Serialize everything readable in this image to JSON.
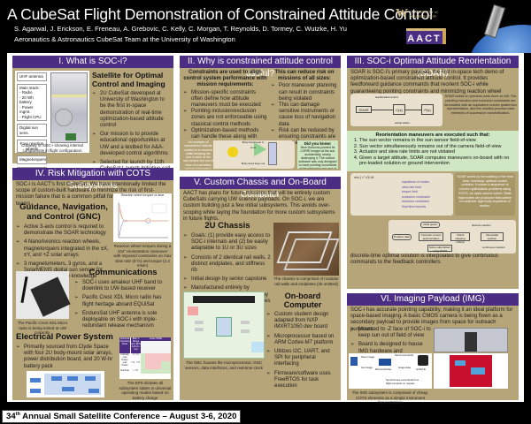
{
  "header": {
    "title": "A CubeSat Flight Demonstration of Constrained Attitude Control",
    "authors": "S. Agarwal, J. Erickson, E. Freneau, A. Grebovic, C. Kelly, C. Morgan, T. Reynolds, D. Tormey, C. Wutzke, H. Yu",
    "affiliation": "Aeronautics & Astronautics CubeSat Team at the University of Washington",
    "uw_logo_w": "W",
    "uw_logo_text1": "UNIVERSITY of",
    "uw_logo_text2": "WASHINGTON",
    "aact_logo": "AACT"
  },
  "section1": {
    "title": "I. What is SOC-i?",
    "heading": "Satellite for Optimal Control and Imaging",
    "labels": [
      "UHF antenna",
      "Main stack:\n- Radio\n- 20 Wh battery\n- Power mgmt.\n- Flight CPU",
      "Digital sun sens.",
      "Four reaction wheels",
      "Magnetorquers",
      "CMOS imager"
    ],
    "bullets": [
      "2U CubeSat developed at University of Washington to be the first in-space demonstration of real-time optimization-based attitude control",
      "Our mission is to provide educational opportunities at UW and a testbed for A&A-developed control algorithms",
      "Selected for launch by 11th CubeSat Launch Initiative call"
    ],
    "caption": "Cutaway of SOC-i showing internal components in flight configuration"
  },
  "section2": {
    "title": "II. Why is constrained attitude control useful?",
    "left_head": "Constraints are used to align control system performance with mission requirements:",
    "left_bullets": [
      "Mission-specific constraints often define how attitude maneuvers must be executed",
      "Pointing inclusion/exclusion zones are not enforceable using classical control methods",
      "Optimization-based methods can handle these along with standard slew rate and torque limits"
    ],
    "right_head": "This can reduce risk on missions of all sizes:",
    "right_bullets": [
      "Poor maneuver planning can result in constraints being violated",
      "This can damage sensitive instruments or cause loss of navigation data",
      "Risk can be reduced by ensuring constraints are met at all times"
    ],
    "example_text": "An example of constrained attitude control is to reorient while keeping the sun in view of the sun sensor but out of view of a sensitive optical instrument.",
    "diagram_label_top": "Body-fixed keep in cone",
    "diagram_label_bottom": "Body-fixed keep out cone",
    "did_you_know_title": "Did you know:",
    "did_you_know_text": "New Horizons pointed its LORRI imager at the sun accidentally, nearly destroying it. The control software was only designed to meet pointing constraints at the beginning and end of a maneuver, but not during the interim reorientation."
  },
  "section3": {
    "title": "III. SOC-i Optimal Attitude Reorientation (SOAR)",
    "intro": "SOAR is SOC-i's primary payload, the first in-space tech demo of optimization-based constrained attitude control. It provides feedforward guidance commands that reorient SOC-i while guaranteeing pointing constraints and minimizing reaction wheel power consumption.",
    "block_labels": [
      "SOAR",
      "C(s)",
      "P(s)",
      "feedforward control",
      "actual states",
      "ref. states"
    ],
    "side_note": "SOAR builds on previous work done at UW. The pointing inclusion and exclusion constraints are formulated with an equivalent convex quaternion representation, and the solution process uses elements of successive convexification.",
    "maneuver_head": "Reorientation maneuvers are executed such that:",
    "maneuver_list": [
      "The sun vector remains in the sun sensor field-of-view",
      "Sun vector simultaneously remains out of the camera field-of-view",
      "Actuator and slew rate limits are not violated",
      "Given a target attitude, SOAR computes maneuvers on-board with no pre-loaded solution or ground intervention"
    ],
    "equation_labels": [
      "equations of motion",
      "slew rate limit",
      "torque limit",
      "exclusion constraint",
      "inclusion constraint",
      "final time bounds"
    ],
    "formulation_note": "SOAR works by formulating a free final time, nonlinear, optimal control problem. It solves a sequence of convex optimization problems using ECOS, an open-source solver. State trajectories are produced that adhere to nonlinear rigid body equations of motion.",
    "flow_labels": [
      "Initial guess",
      "Problem data",
      "Compute convex approximation",
      "Check stopping criteria",
      "Interpolate solution",
      "Solve subproblem using ECOS",
      "discrete solution",
      "continuous solution"
    ],
    "bottom_text": "SOAR takes problem data and an automatically generated initial solution guess as inputs. It iteratively computes a convex approximation of the original problem and solves the resulting sub-problem (second-order cone program). The discrete-time optimal solution is interpolated to give continuous commands to the feedback controllers."
  },
  "section4": {
    "title": "IV. Risk Mitigation with COTS Subsystems",
    "intro": "SOC-i is AACT's first CubeSat. We have intentionally limited the scope of custom-built hardware to minimize the risk of first-mission failure that is a common pitfall for university CubeSat teams.",
    "gnc_head": "Guidance, Navigation, and Control (GNC)",
    "gnc_bullets": [
      "Active 3-axis control is required to demonstrate the SOAR technology",
      "4 NanoAvionics reaction wheels, magnetorquers integrated in the ±X, ±Y, and +Z solar arrays",
      "3 magnetometers, 3 gyros, and a SolarMEMS digital sun sensor for reliable fine attitude knowledge"
    ],
    "plot_title": "Reaction wheel torques vs time",
    "plot_caption": "Reaction wheel torques during a 104° reorientation maneuver with imposed constraints on max slew rate (6°/s) and torque (2.2 mNm)",
    "comms_head": "Communications",
    "comms_bullets": [
      "SOC-i uses amateur UHF band to downlink to UW-based receiver",
      "Pacific Crest XDL Micro radio has flight heritage aboard EQUiSat",
      "EnduroSat UHF antenna is sole deployable on SOC-i with triple-redundant release mechanism"
    ],
    "radio_caption": "The Pacific Crest XDL Micro radio is being tested at UW currently.",
    "eps_head": "Electrical Power System",
    "eps_bullets": [
      "Primarily sourced from Clyde Space with four 2U body-mount solar arrays, power distribution board, and 20 W-hr battery pack"
    ],
    "table_headers": [
      "Universal Operating Mode",
      "Batt. V Range from EPS (LiPo/Li-Ion)",
      "Active PDMs"
    ],
    "table_rows": [
      {
        "mode": "Critically Low Power",
        "range": "<= 7.4"
      },
      {
        "mode": "Low Power",
        "range": "7.4 - 7.9"
      },
      {
        "mode": "Nominal",
        "range": "> 7.9"
      }
    ],
    "table_caption": "The EPS dictates all subsystem states in universal operating modes based on battery charge"
  },
  "section5": {
    "title": "V. Custom Chassis and On-Board Computer",
    "intro": "AACT has plans for future missions that will be entirely custom CubeSats carrying UW science payloads. On SOC-i, we are custom building just a few initial subsystems. This avoids over-scoping while laying the foundation for more custom subsystems in future flights.",
    "chassis_head": "2U Chassis",
    "chassis_bullets": [
      "Goals: (1) provide easy access to SOC-i internals and (2) be easily adaptable to 1U or 3U sizes",
      "Consists of 2 identical rail walls, 2 distinct endplates, and stiffness rib",
      "Initial design by senior capstone",
      "Manufactured entirely by students, machining is underway pending COVID-19 shop closures"
    ],
    "chassis_caption": "The chassis is comprised of modular rail walls and endplates (rib omitted)",
    "obc_head": "On-board Computer",
    "obc_bullets": [
      "Custom student design adapted from NXP iMXRT1050 dev board",
      "Microprocessor based on ARM Cortex-M7 platform",
      "Utilizes I2C, UART, and SPI for peripheral interfacing",
      "Firmware/software uses FreeRTOS for task execution"
    ],
    "obc_caption": "The OBC houses the microprocessor, GNC sensors, data interfaces, and real-time clock"
  },
  "section6": {
    "title": "VI. Imaging Payload (IMG)",
    "intro": "SOC-i has accurate pointing capability, making it an ideal platform for space-based imaging. A basic CMOS camera is being flown as a secondary payload to provide images from space for outreach purposes.",
    "bullets": [
      "Mounted to -Z face of SOC-i to keep sun out of field of view",
      "Board is designed to house IMG hardware and magnetorquer control circuitry, currently being fabricated"
    ],
    "flow_labels": [
      "Store image",
      "Get image",
      "Microcontroller",
      "Send commands",
      "Image data",
      "uCAM-III",
      "Synchronous commands from flight computer on request"
    ],
    "caption": "The IMG subsystem is comprised of cheap, COTS elements as a simple instrument demonstration."
  },
  "footer": {
    "conference_prefix": "34",
    "conference_sup": "th",
    "conference_text": " Annual Small Satellite Conference – August 3-6, 2020"
  },
  "colors": {
    "uw_purple": "#4b2e83",
    "uw_gold": "#b7a57a",
    "green_box": "#cfe7c2",
    "background": "#000000"
  }
}
